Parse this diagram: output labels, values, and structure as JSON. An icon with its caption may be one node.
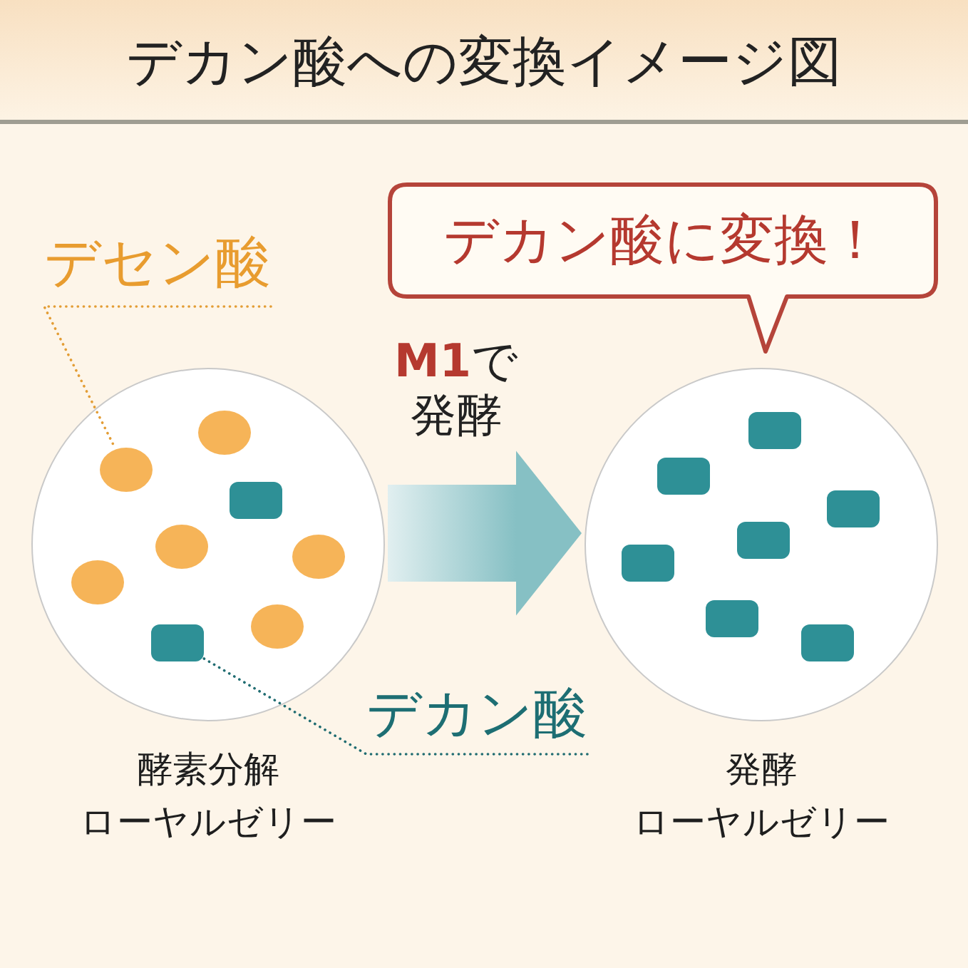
{
  "diagram": {
    "title": "デカン酸への変換イメージ図",
    "nodes": [
      {
        "text": [
          "デカン酸に変換！"
        ]
      },
      {
        "text": [
          "デセン酸"
        ]
      },
      {
        "text": [],
        "shape": "circle",
        "beside": [
          "酵素分解ローヤルゼリー"
        ]
      },
      {
        "text": [],
        "shape": "circle",
        "in": 2
      },
      {
        "text": [],
        "shape": "box",
        "in": 2
      },
      {
        "text": [],
        "shape": "circle",
        "beside": [
          "発酵ローヤルゼリー"
        ]
      },
      {
        "text": [
          "デカン酸"
        ]
      }
    ],
    "edges": [
      {
        "from": 2,
        "to": 5,
        "arrow": "to",
        "label": "**M1**で発酵",
        "style": "thick",
        "color": "#86c0c4"
      },
      {
        "from": 1,
        "to": 3,
        "arrow": "none",
        "style": "dashed",
        "color": "#e39d35"
      },
      {
        "from": 6,
        "to": 4,
        "arrow": "none",
        "style": "dashed",
        "color": "#1f6c71"
      }
    ]
  }
}
